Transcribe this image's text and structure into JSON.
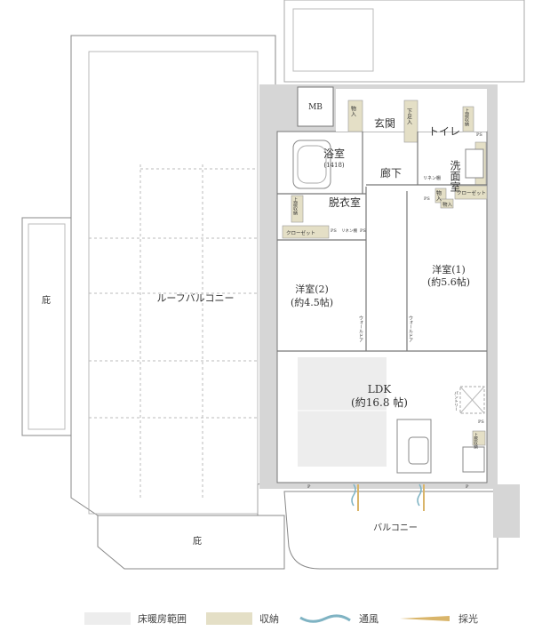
{
  "plan": {
    "rooms": {
      "roof_balcony": "ルーフバルコニー",
      "eaves_left": "庇",
      "eaves_bottom": "庇",
      "balcony": "バルコニー",
      "mb": "MB",
      "entrance": "玄関",
      "toilet": "トイレ",
      "washroom": "洗面室",
      "bathroom": "浴室",
      "bath_size": "(1418)",
      "corridor": "廊下",
      "dressing": "脱衣室",
      "western2_name": "洋室(2)",
      "western2_size": "(約4.5帖)",
      "western1_name": "洋室(1)",
      "western1_size": "(約5.6帖)",
      "ldk_name": "LDK",
      "ldk_size": "(約16.8 帖)"
    },
    "storage": {
      "closet_storage_1": "物入",
      "shoe_storage": "下足入",
      "upper_storage_toilet": "上部収納",
      "linen_shelf_1": "リネン棚",
      "storage_2": "物入",
      "storage_3": "物入",
      "closet_1": "クローゼット",
      "upper_storage_dressing": "上部収納",
      "closet_2": "クローゼット",
      "linen_shelf_2": "リネン棚",
      "upper_storage_kitchen": "上部収納",
      "pantry": "パントリー"
    },
    "marks": {
      "ps": "PS",
      "p": "P",
      "wall_door": "ウォールドア"
    }
  },
  "legend": {
    "floor_heating": "床暖房範囲",
    "storage": "収納",
    "ventilation": "通風",
    "daylight": "採光",
    "colors": {
      "floor_heating": "#ededed",
      "storage": "#e4dfc6",
      "ventilation": "#7fb3c3",
      "daylight": "#d9b56a",
      "wall": "#d6d6d6"
    }
  }
}
